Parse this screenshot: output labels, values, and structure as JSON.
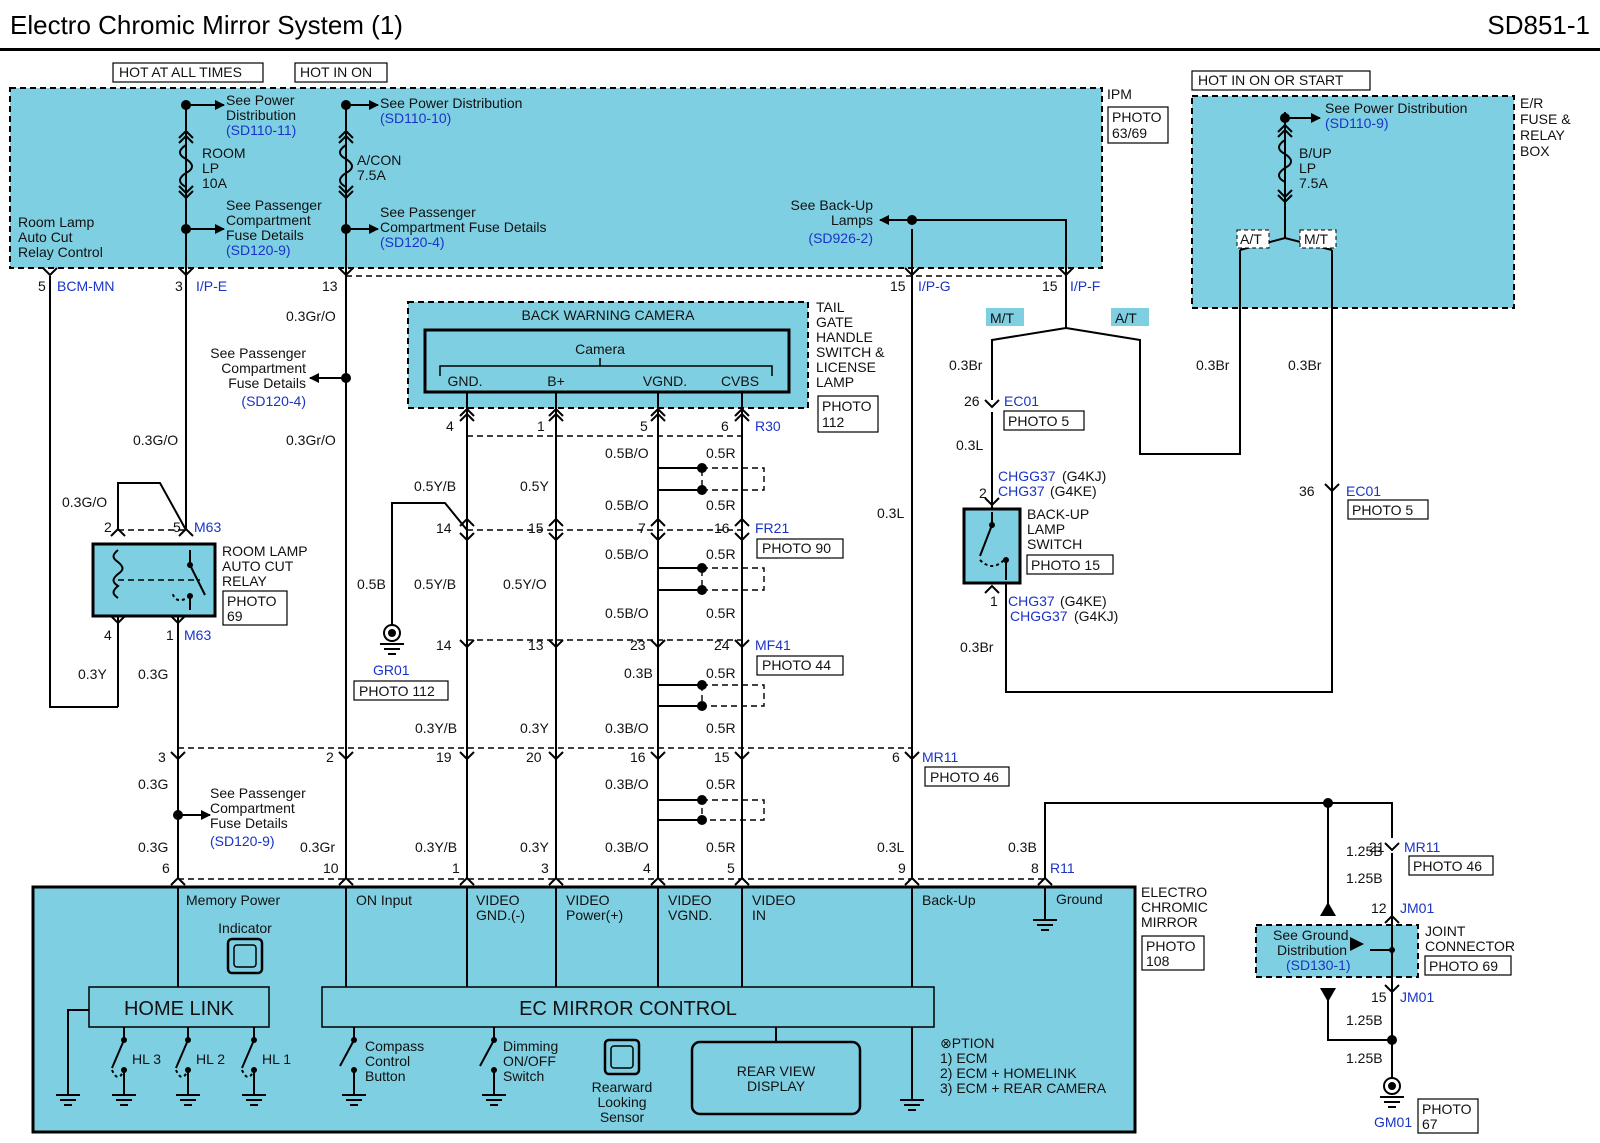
{
  "header": {
    "title": "Electro Chromic Mirror System (1)",
    "code": "SD851-1"
  },
  "boxes": {
    "ipm": "IPM",
    "ipm_photo": [
      "PHOTO",
      "63/69"
    ],
    "er_box": [
      "E/R",
      "FUSE &",
      "RELAY",
      "BOX"
    ],
    "hot_all": "HOT AT ALL TIMES",
    "hot_on": "HOT IN ON",
    "hot_on_start": "HOT IN ON OR START",
    "camera_title": "BACK WARNING CAMERA",
    "camera_label": "Camera",
    "camera_pins": [
      "GND.",
      "B+",
      "VGND.",
      "CVBS"
    ],
    "tailgate": [
      "TAIL",
      "GATE",
      "HANDLE",
      "SWITCH &",
      "LICENSE",
      "LAMP"
    ],
    "tailgate_photo": [
      "PHOTO",
      "112"
    ],
    "relay": [
      "ROOM LAMP",
      "AUTO CUT",
      "RELAY"
    ],
    "relay_photo": [
      "PHOTO",
      "69"
    ],
    "backup_switch": [
      "BACK-UP",
      "LAMP",
      "SWITCH"
    ],
    "backup_switch_photo": "PHOTO 15",
    "mirror_name": [
      "ELECTRO",
      "CHROMIC",
      "MIRROR"
    ],
    "mirror_photo": [
      "PHOTO",
      "108"
    ],
    "joint": [
      "JOINT",
      "CONNECTOR"
    ],
    "joint_photo": "PHOTO 69",
    "ground_dist": [
      "See Ground",
      "Distribution"
    ],
    "ground_dist_ref": "(SD130-1)"
  },
  "fuses": {
    "room": [
      "ROOM",
      "LP",
      "10A"
    ],
    "acon": [
      "A/CON",
      "7.5A"
    ],
    "bup": [
      "B/UP",
      "LP",
      "7.5A"
    ]
  },
  "refs": {
    "pd1": [
      "See Power",
      "Distribution"
    ],
    "pd1_ref": "(SD110-11)",
    "pd2": "See Power Distribution",
    "pd2_ref": "(SD110-10)",
    "pd3": "See Power Distribution",
    "pd3_ref": "(SD110-9)",
    "pcf1": [
      "See Passenger",
      "Compartment",
      "Fuse Details"
    ],
    "pcf1_ref": "(SD120-9)",
    "pcf2": [
      "See Passenger",
      "Compartment  Fuse Details"
    ],
    "pcf2_ref": "(SD120-4)",
    "pcf3": [
      "See Passenger",
      "Compartment",
      "Fuse Details"
    ],
    "pcf3_ref": "(SD120-4)",
    "pcf4": [
      "See Passenger",
      "Compartment",
      "Fuse Details"
    ],
    "pcf4_ref": "(SD120-9)",
    "backup_lamps": [
      "See Back-Up",
      "Lamps"
    ],
    "backup_lamps_ref": "(SD926-2)",
    "room_lamp_ctrl": [
      "Room Lamp",
      "Auto Cut",
      "Relay Control"
    ]
  },
  "connectors": {
    "bcm": "BCM-MN",
    "ipe": "I/P-E",
    "ipg": "I/P-G",
    "ipf": "I/P-F",
    "m63": "M63",
    "r30": "R30",
    "fr21": "FR21",
    "mf41": "MF41",
    "mr11": "MR11",
    "ec01": "EC01",
    "r11": "R11",
    "jm01": "JM01",
    "gr01": "GR01",
    "gm01": "GM01",
    "chgg37_a": "CHGG37",
    "chg37_a": "CHG37",
    "chg37_b": "CHG37",
    "chgg37_b": "CHGG37",
    "g4kj": "(G4KJ)",
    "g4ke": "(G4KE)"
  },
  "photos": {
    "fr21": "PHOTO 90",
    "mf41": "PHOTO 44",
    "mr11": "PHOTO 46",
    "ec01a": "PHOTO 5",
    "ec01b": "PHOTO 5",
    "gr01": "PHOTO 112",
    "mr11b": "PHOTO 46",
    "gm01": [
      "PHOTO",
      "67"
    ]
  },
  "transmission": {
    "mt": "M/T",
    "at": "A/T"
  },
  "wires": {
    "gro": "0.3Gr/O",
    "go": "0.3G/O",
    "y": "0.3Y",
    "g": "0.3G",
    "gr": "0.3Gr",
    "yb5": "0.5Y/B",
    "yb3": "0.3Y/B",
    "y5": "0.5Y",
    "y3": "0.3Y",
    "yo5": "0.5Y/O",
    "bo5": "0.5B/O",
    "bo3": "0.3B/O",
    "r5": "0.5R",
    "b3": "0.3B",
    "b5": "0.5B",
    "l3": "0.3L",
    "br3": "0.3Br",
    "b125": "1.25B"
  },
  "pins": [
    "5",
    "3",
    "13",
    "15",
    "15",
    "2",
    "5",
    "4",
    "1",
    "4",
    "1",
    "6",
    "14",
    "15",
    "7",
    "16",
    "14",
    "13",
    "23",
    "24",
    "3",
    "2",
    "19",
    "20",
    "16",
    "15",
    "6",
    "26",
    "2",
    "1",
    "36",
    "21",
    "12",
    "15",
    "6",
    "10",
    "1",
    "3",
    "4",
    "5",
    "9",
    "8"
  ],
  "mirror": {
    "labels": [
      "Memory Power",
      "ON Input",
      "VIDEO",
      "GND.(-)",
      "VIDEO",
      "Power(+)",
      "VIDEO",
      "VGND.",
      "VIDEO",
      "IN",
      "Back-Up",
      "Ground"
    ],
    "indicator": "Indicator",
    "home_link": "HOME  LINK",
    "ec_control": "EC  MIRROR CONTROL",
    "hl": [
      "HL 3",
      "HL 2",
      "HL 1"
    ],
    "compass": [
      "Compass",
      "Control",
      "Button"
    ],
    "dimming": [
      "Dimming",
      "ON/OFF",
      "Switch"
    ],
    "rearward": [
      "Rearward",
      "Looking",
      "Sensor"
    ],
    "rear_view": [
      "REAR VIEW",
      "DISPLAY"
    ],
    "option": [
      "⊗PTION",
      "1) ECM",
      "2) ECM + HOMELINK",
      "3) ECM + REAR CAMERA"
    ]
  },
  "colors": {
    "fill": "#7fcfe2",
    "line": "#000000",
    "ref": "#1a33c8"
  }
}
